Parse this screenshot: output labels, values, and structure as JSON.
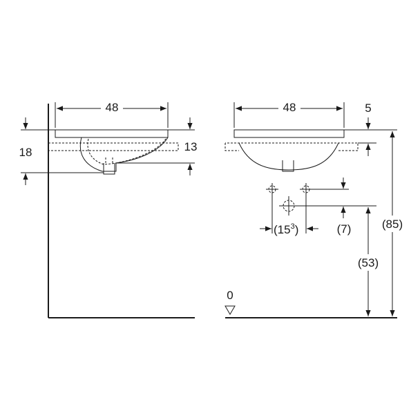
{
  "side_view": {
    "width_label": "48",
    "left_height_label": "18",
    "right_height_label": "13"
  },
  "front_view": {
    "width_label": "48",
    "rim_label": "5",
    "spacing_label_main": "(15",
    "spacing_label_sup": "3",
    "spacing_label_close": ")",
    "offset_label": "(7)",
    "total_height_label": "(85)",
    "outlet_height_label": "(53)",
    "floor_label": "0"
  }
}
